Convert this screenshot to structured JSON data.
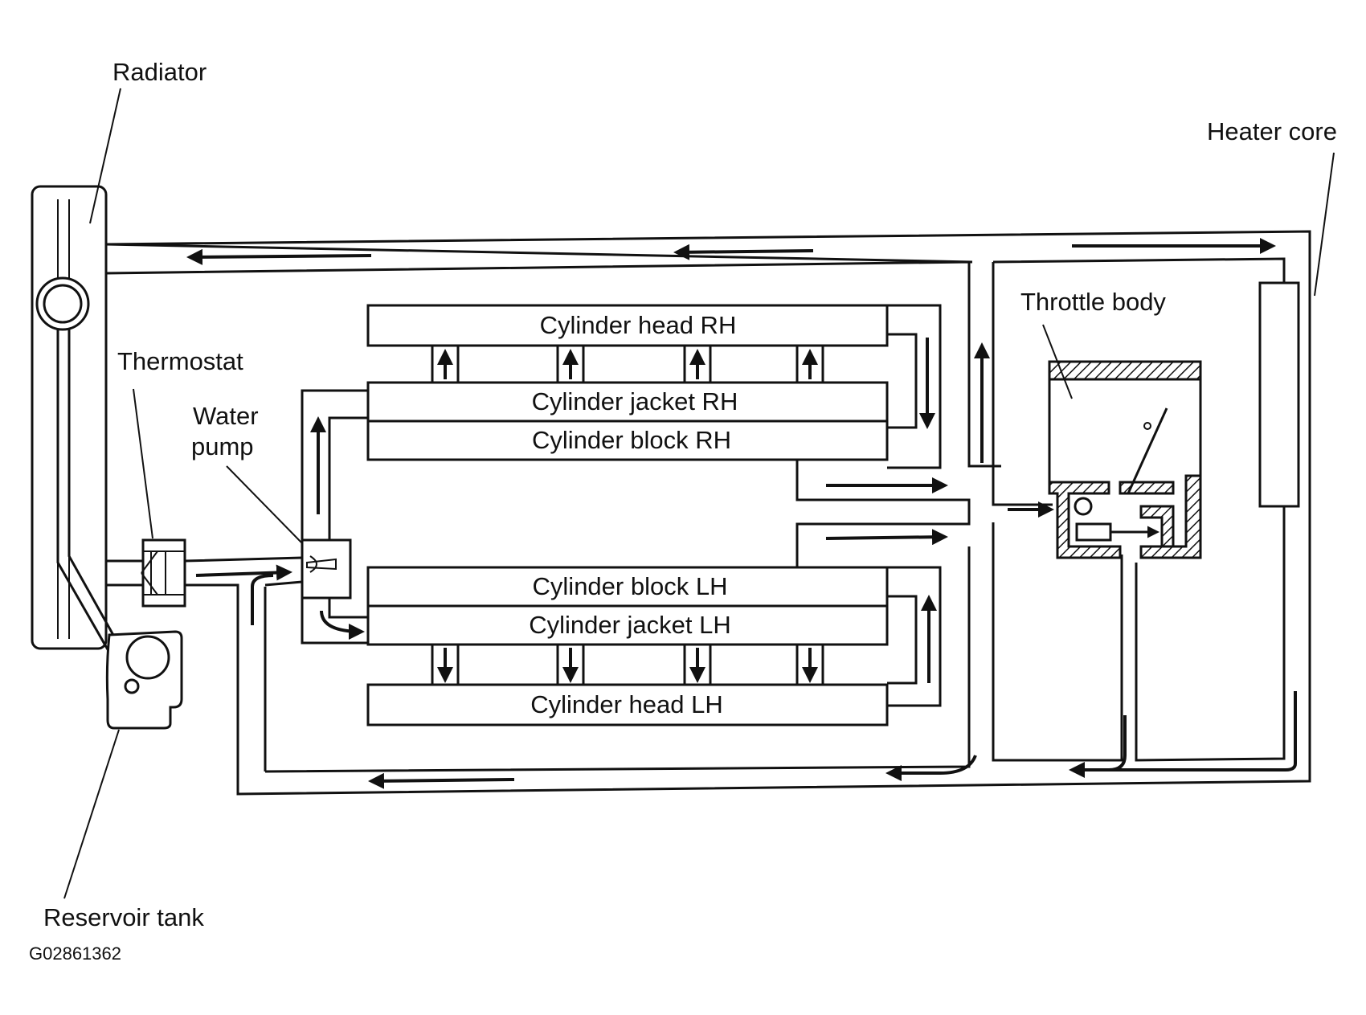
{
  "labels": {
    "radiator": "Radiator",
    "heater_core": "Heater core",
    "throttle_body": "Throttle body",
    "thermostat": "Thermostat",
    "water_pump_line1": "Water",
    "water_pump_line2": "pump",
    "reservoir_tank": "Reservoir tank",
    "figure_code": "G02861362"
  },
  "components": {
    "cylinder_head_rh": "Cylinder head RH",
    "cylinder_jacket_rh": "Cylinder jacket RH",
    "cylinder_block_rh": "Cylinder block RH",
    "cylinder_block_lh": "Cylinder block LH",
    "cylinder_jacket_lh": "Cylinder jacket LH",
    "cylinder_head_lh": "Cylinder head LH"
  },
  "colors": {
    "ink": "#111111",
    "paper": "#ffffff"
  }
}
